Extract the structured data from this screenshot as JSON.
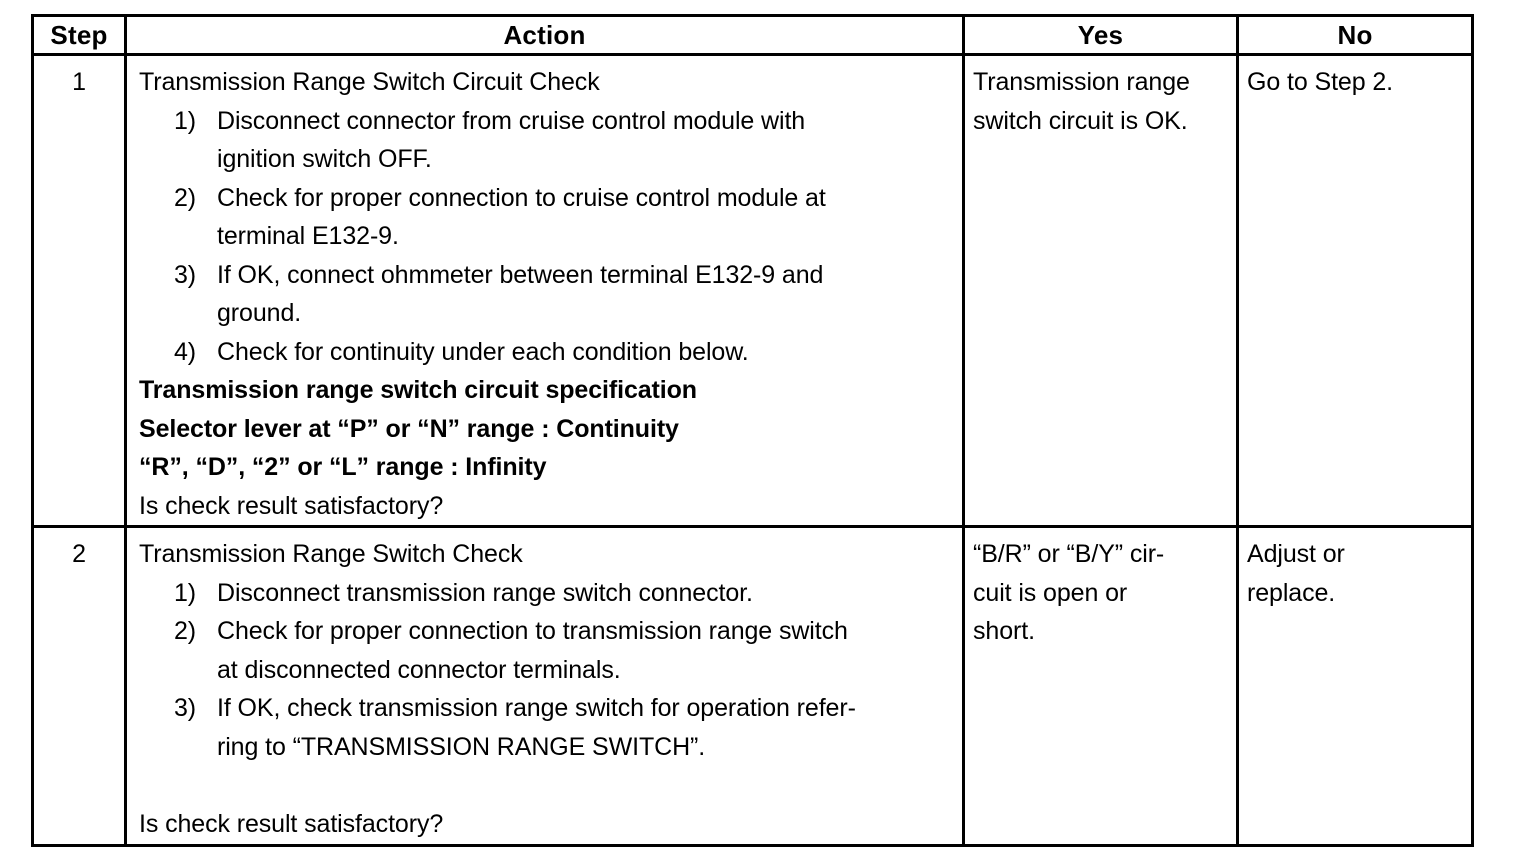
{
  "page": {
    "background_color": "#ffffff",
    "text_color": "#000000",
    "border_color": "#000000"
  },
  "table": {
    "headers": [
      "Step",
      "Action",
      "Yes",
      "No"
    ],
    "rows": [
      {
        "step": "1",
        "action": {
          "title": "Transmission Range Switch Circuit Check",
          "items": [
            {
              "num": "1)",
              "lines": [
                "Disconnect connector from cruise control module with",
                "ignition switch OFF."
              ]
            },
            {
              "num": "2)",
              "lines": [
                "Check for proper connection to cruise control module at",
                "terminal E132-9."
              ]
            },
            {
              "num": "3)",
              "lines": [
                "If OK, connect ohmmeter between terminal E132-9 and",
                "ground."
              ]
            },
            {
              "num": "4)",
              "lines": [
                "Check for continuity under each condition below."
              ]
            }
          ],
          "spec_lines": [
            "Transmission range switch circuit specification",
            "Selector lever at “P” or “N” range : Continuity",
            "“R”, “D”, “2” or “L” range : Infinity"
          ],
          "question": "Is check result satisfactory?"
        },
        "yes_lines": [
          "Transmission range",
          "switch circuit is OK."
        ],
        "no_lines": [
          "Go to Step 2."
        ]
      },
      {
        "step": "2",
        "action": {
          "title": "Transmission Range Switch Check",
          "items": [
            {
              "num": "1)",
              "lines": [
                "Disconnect transmission range switch connector."
              ]
            },
            {
              "num": "2)",
              "lines": [
                "Check for proper connection to transmission range switch",
                "at disconnected connector terminals."
              ]
            },
            {
              "num": "3)",
              "lines": [
                "If OK, check transmission range switch for operation refer-",
                "ring to “TRANSMISSION RANGE SWITCH”."
              ]
            }
          ],
          "question": "Is check result satisfactory?"
        },
        "yes_lines": [
          "“B/R” or “B/Y” cir-",
          "cuit is open or",
          "short."
        ],
        "no_lines": [
          "Adjust or",
          "replace."
        ]
      }
    ]
  }
}
